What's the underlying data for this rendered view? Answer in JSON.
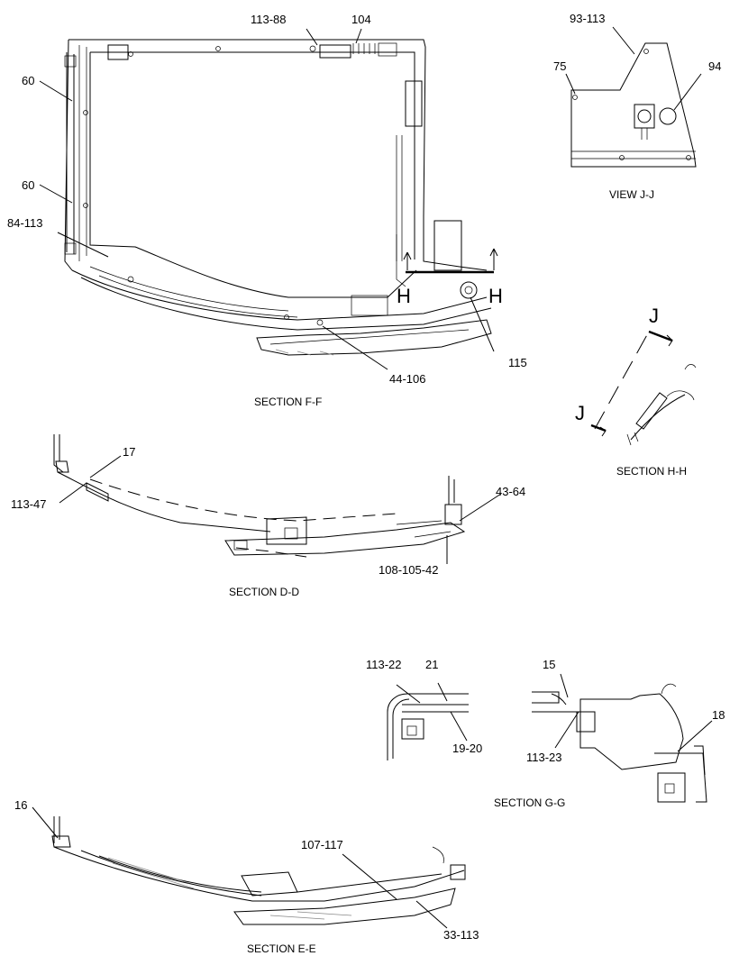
{
  "figure": {
    "callouts": {
      "c113_88": "113-88",
      "c104": "104",
      "c60a": "60",
      "c60b": "60",
      "c84_113": "84-113",
      "c115": "115",
      "c44_106": "44-106",
      "c93_113": "93-113",
      "c75": "75",
      "c94": "94",
      "c17": "17",
      "c113_47": "113-47",
      "c43_64": "43-64",
      "c108_105_42": "108-105-42",
      "c113_22": "113-22",
      "c21": "21",
      "c19_20": "19-20",
      "c15": "15",
      "c18": "18",
      "c113_23": "113-23",
      "c16": "16",
      "c107_117": "107-117",
      "c33_113": "33-113"
    },
    "markers": {
      "h_left": "H",
      "h_right": "H",
      "j_top": "J",
      "j_bottom": "J"
    },
    "captions": {
      "section_ff": "SECTION F-F",
      "view_jj": "VIEW J-J",
      "section_hh": "SECTION H-H",
      "section_dd": "SECTION D-D",
      "section_gg": "SECTION G-G",
      "section_ee": "SECTION E-E"
    }
  }
}
